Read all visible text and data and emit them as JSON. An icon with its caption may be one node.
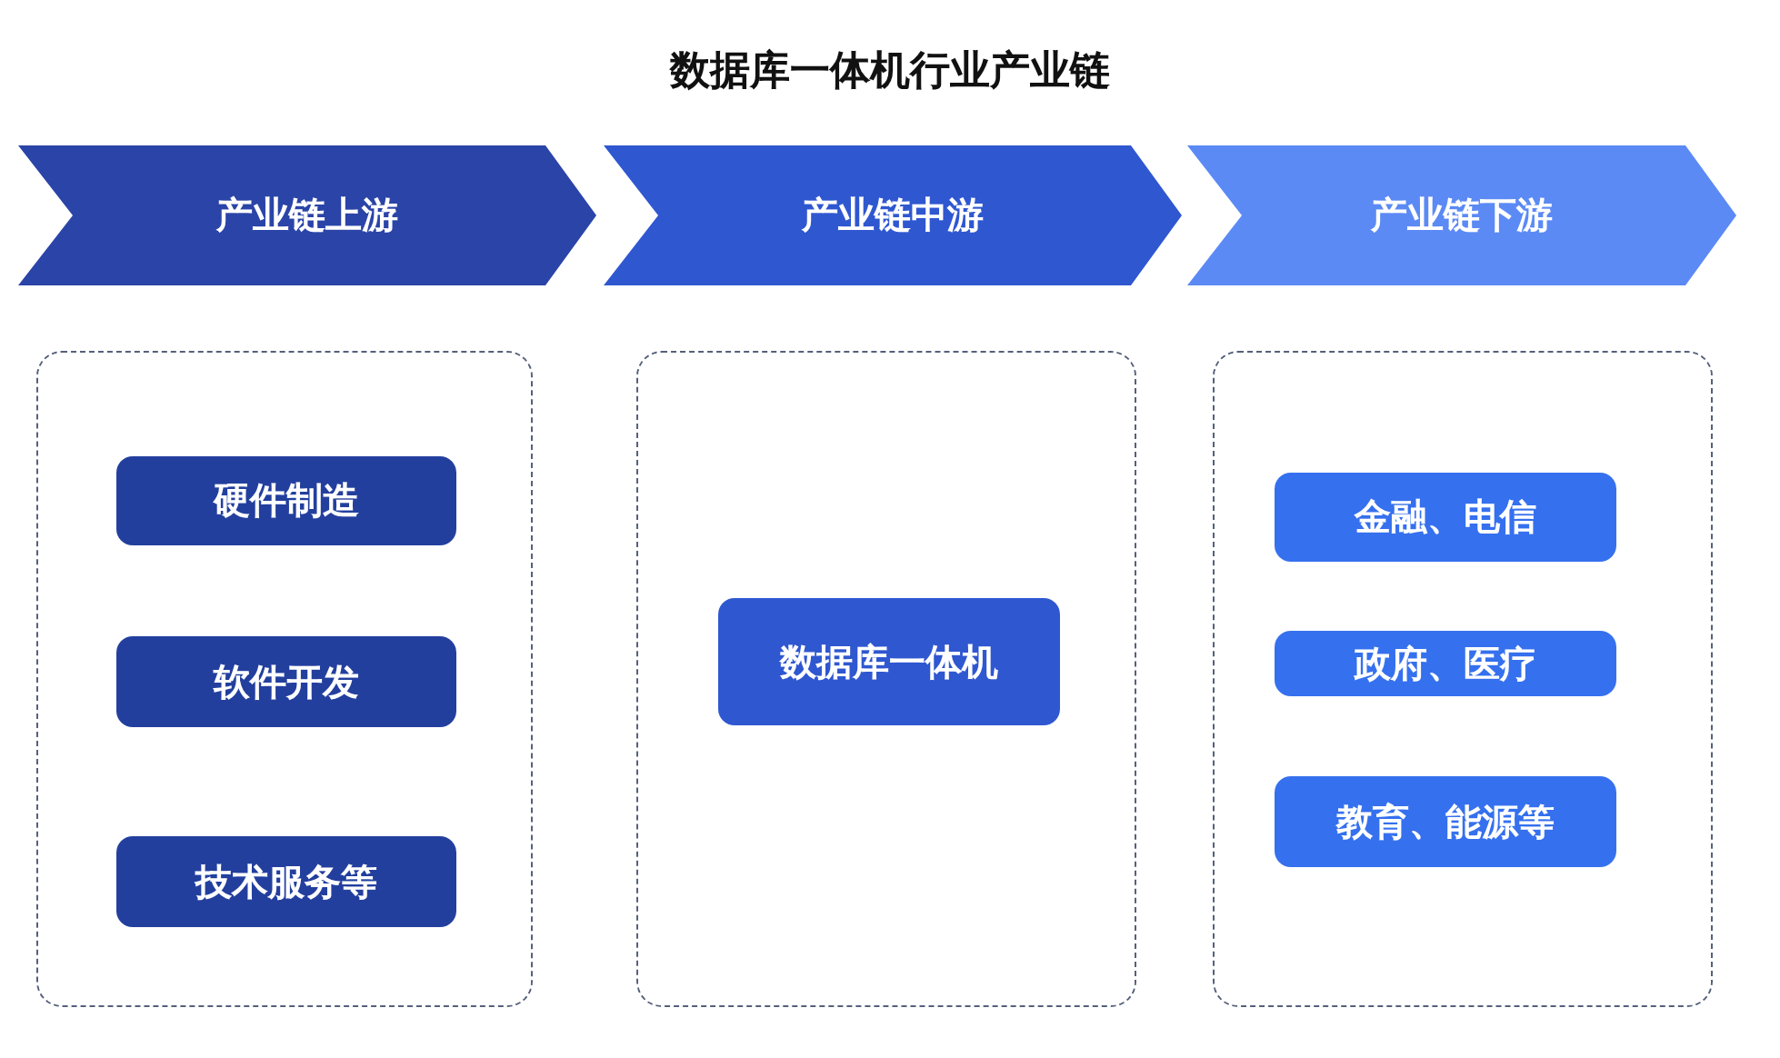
{
  "diagram": {
    "title": "数据库一体机行业产业链",
    "nodes": [
      {
        "text": [
          "产业链上游"
        ]
      },
      {
        "text": [
          "产业链中游"
        ]
      },
      {
        "text": [
          "产业链下游"
        ]
      },
      {
        "text": [],
        "shape": "box"
      },
      {
        "text": [],
        "shape": "box"
      },
      {
        "text": [],
        "shape": "box"
      },
      {
        "text": [
          "硬件制造"
        ],
        "in": 3
      },
      {
        "text": [
          "软件开发"
        ],
        "in": 3
      },
      {
        "text": [
          "技术服务等"
        ],
        "in": 3
      },
      {
        "text": [
          "数据库一体机"
        ],
        "in": 4
      },
      {
        "text": [
          "金融、电信"
        ],
        "in": 5
      },
      {
        "text": [
          "政府、医疗"
        ],
        "in": 5
      },
      {
        "text": [
          "教育、能源等"
        ],
        "in": 5
      }
    ]
  }
}
